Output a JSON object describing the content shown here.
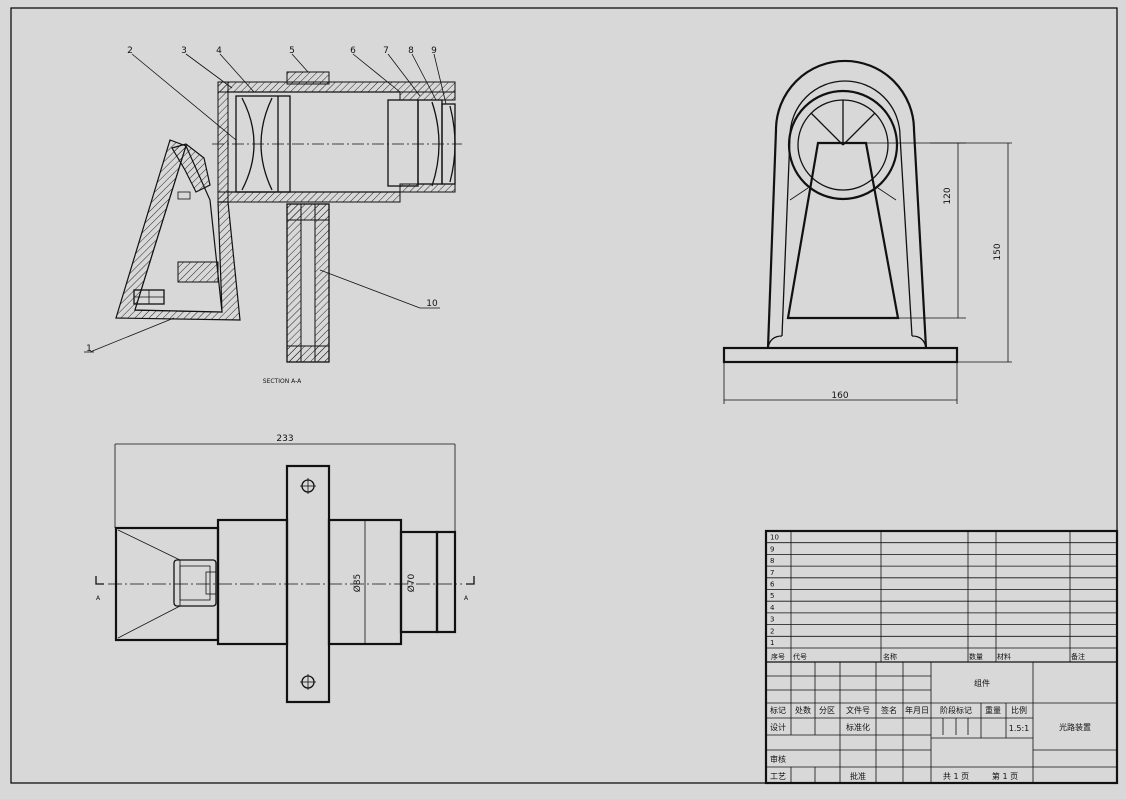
{
  "section_view": {
    "balloons": [
      "2",
      "3",
      "4",
      "5",
      "6",
      "7",
      "8",
      "9"
    ],
    "balloon_10": "10",
    "balloon_1": "1",
    "section_label": "SECTION A-A"
  },
  "side_view": {
    "dim_height_inner": "120",
    "dim_height_total": "150",
    "dim_width": "160"
  },
  "top_view": {
    "dim_length": "233",
    "dia_1": "Ø85",
    "dia_2": "Ø70",
    "section_mark": "A"
  },
  "title_block": {
    "row_numbers": [
      "10",
      "9",
      "8",
      "7",
      "6",
      "5",
      "4",
      "3",
      "2",
      "1"
    ],
    "bom_header": [
      "序号",
      "代号",
      "名称",
      "数量",
      "材料",
      "备注"
    ],
    "assembly": "组件",
    "sig_row": [
      "标记",
      "处数",
      "分区",
      "文件号",
      "签名",
      "年月日"
    ],
    "stage_label": "阶段标记",
    "weight_label": "重量",
    "scale_label": "比例",
    "scale_value": "1.5:1",
    "design_label": "设计",
    "standard_label": "标准化",
    "drawing_name": "光路装置",
    "check_label": "审核",
    "process_label": "工艺",
    "approve_label": "批准",
    "sheet_total": "共 1 页",
    "sheet_no": "第 1 页"
  }
}
